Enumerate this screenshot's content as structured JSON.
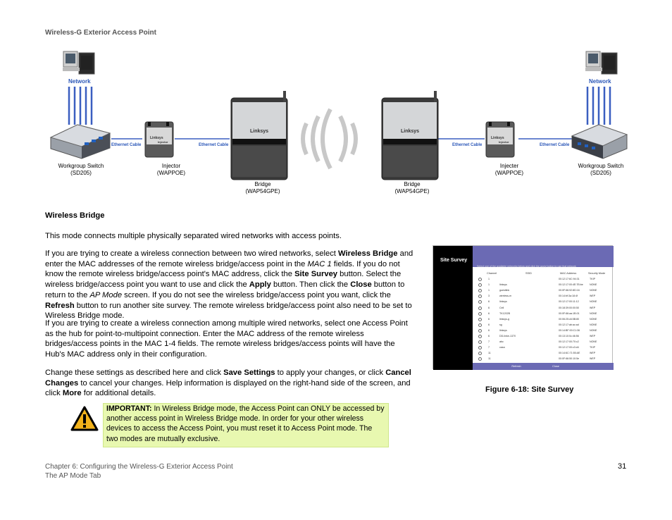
{
  "header": {
    "title": "Wireless-G Exterior Access Point"
  },
  "diagram": {
    "left_network": "Network",
    "right_network": "Network",
    "cable_labels": [
      "Ethernet Cable",
      "Ethernet Cable",
      "Ethernet Cable",
      "Ethernet Cable"
    ],
    "device_brand": "Linksys",
    "injector_brand": "Injector",
    "devices": {
      "left_switch": {
        "name": "Workgroup Switch",
        "model": "(SD205)"
      },
      "left_injector": {
        "name": "Injector",
        "model": "(WAPPOE)"
      },
      "left_bridge": {
        "name": "Bridge",
        "model": "(WAP54GPE)"
      },
      "right_bridge": {
        "name": "Bridge",
        "model": "(WAP54GPE)"
      },
      "right_injector": {
        "name": "Injecter",
        "model": "(WAPPOE)"
      },
      "right_switch": {
        "name": "Workgroup Switch",
        "model": "(SD205)"
      }
    }
  },
  "section": {
    "title": "Wireless Bridge"
  },
  "paragraphs": {
    "p1": "This mode connects multiple physically separated wired networks with access points.",
    "p2": [
      "If you are trying to create a wireless connection between two wired networks, select ",
      "Wireless Bridge",
      " and enter the MAC addresses of the remote wireless bridge/access point in the ",
      "MAC 1",
      " fields. If you do not know the remote wireless bridge/access point's MAC address, click the ",
      "Site Survey",
      " button. Select the wireless bridge/access point you want to use and click the ",
      "Apply",
      " button. Then click the ",
      "Close",
      " button to return to the ",
      "AP Mode",
      " screen. If you do not see the wireless bridge/access point you want, click the ",
      "Refresh",
      " button to run another site survey. The remote wireless bridge/access point also need to be set to Wireless Bridge mode."
    ],
    "p3": "If you are trying to create a wireless connection among multiple wired networks, select one Access Point as the hub for point-to-multipoint connection. Enter the MAC address of the remote wireless bridges/access points in the MAC 1-4 fields. The remote wireless bridges/access points will have the Hub's MAC address only in their configuration.",
    "p4": [
      "Change these settings as described here and click ",
      "Save Settings",
      " to apply your changes, or click ",
      "Cancel Changes",
      " to cancel your changes. Help information is displayed on the right-hand side of the screen, and click ",
      "More",
      " for additional details."
    ]
  },
  "important": {
    "label": "IMPORTANT:",
    "text": " In Wireless Bridge mode, the Access Point can ONLY be accessed by another access point in Wireless Bridge mode. In order for your other wireless devices to access the Access Point, you must reset it to Access Point mode. The two modes are mutually exclusive."
  },
  "survey": {
    "title": "Site Survey",
    "info": "Select one of the available networks below and click the apply button to use that network",
    "columns": [
      "Channel",
      "SSID",
      "MAC Address",
      "Security Mode"
    ],
    "rows": [
      [
        "1",
        "",
        "00:12:17:6C:94:31",
        "TKIP"
      ],
      [
        "1",
        "linksys",
        "00:12:17:00:4E:7B:be",
        "NONE"
      ],
      [
        "1",
        "guestlink",
        "00:0F:66:92:8D:16",
        "NONE"
      ],
      [
        "3",
        "wireless-m",
        "00:14:bf:3a:18:4f",
        "WEP"
      ],
      [
        "6",
        "linksys",
        "00:12:17:00:11:12",
        "NONE"
      ],
      [
        "6",
        "Cell",
        "00:18:39:00:00:50",
        "WEP"
      ],
      [
        "6",
        "TK1202B",
        "00:0F:66:aa:1B:01",
        "NONE"
      ],
      [
        "6",
        "linksys-g",
        "00:06:25:c6:5B:80",
        "NONE"
      ],
      [
        "6",
        "sg",
        "00:12:17:ab:ac:ad",
        "NONE"
      ],
      [
        "6",
        "linksys",
        "00:14:BF:00:C1:36",
        "NONE"
      ],
      [
        "6",
        "DD-linke-1370",
        "00:13:10:0c:46:56",
        "WEP"
      ],
      [
        "7",
        "abc",
        "00:12:17:00:70:c2",
        "NONE"
      ],
      [
        "7",
        "casa",
        "00:12:17:00:c3:d4",
        "TKIP"
      ],
      [
        "11",
        "",
        "00:14:6C:71:55:AE",
        "WEP"
      ],
      [
        "11",
        "",
        "00:0F:66:50:10:5e",
        "WEP"
      ]
    ],
    "refresh_label": "Refresh",
    "close_label": "Close"
  },
  "figure": {
    "caption": "Figure 6-18: Site Survey"
  },
  "footer": {
    "chapter": "Chapter 6: Configuring the Wireless-G Exterior Access Point",
    "section": "The AP Mode Tab",
    "page": "31"
  },
  "colors": {
    "network_blue": "#2b57b8",
    "important_bg": "#e8f8b0",
    "survey_bar": "#6b6ab4"
  }
}
